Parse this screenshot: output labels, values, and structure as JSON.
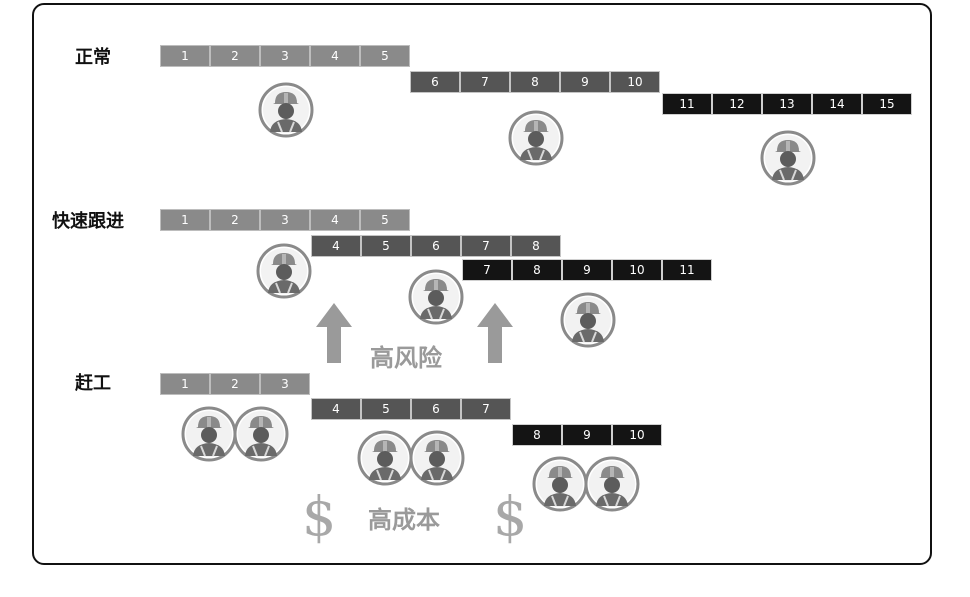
{
  "rows": {
    "normal": {
      "label": "正常",
      "bars": [
        [
          "1",
          "2",
          "3",
          "4",
          "5"
        ],
        [
          "6",
          "7",
          "8",
          "9",
          "10"
        ],
        [
          "11",
          "12",
          "13",
          "14",
          "15"
        ]
      ]
    },
    "fast_track": {
      "label": "快速跟进",
      "bars": [
        [
          "1",
          "2",
          "3",
          "4",
          "5"
        ],
        [
          "4",
          "5",
          "6",
          "7",
          "8"
        ],
        [
          "7",
          "8",
          "9",
          "10",
          "11"
        ]
      ]
    },
    "crashing": {
      "label": "赶工",
      "bars": [
        [
          "1",
          "2",
          "3"
        ],
        [
          "4",
          "5",
          "6",
          "7"
        ],
        [
          "8",
          "9",
          "10"
        ]
      ]
    }
  },
  "captions": {
    "high_risk": "高风险",
    "high_cost": "高成本",
    "currency_symbol": "$"
  },
  "icons": {
    "worker": "worker-icon",
    "arrow": "up-arrow-icon"
  },
  "colors": {
    "phase1": "#8a8a8a",
    "phase2": "#555555",
    "phase3": "#141414",
    "caption": "#9a9a9a"
  }
}
